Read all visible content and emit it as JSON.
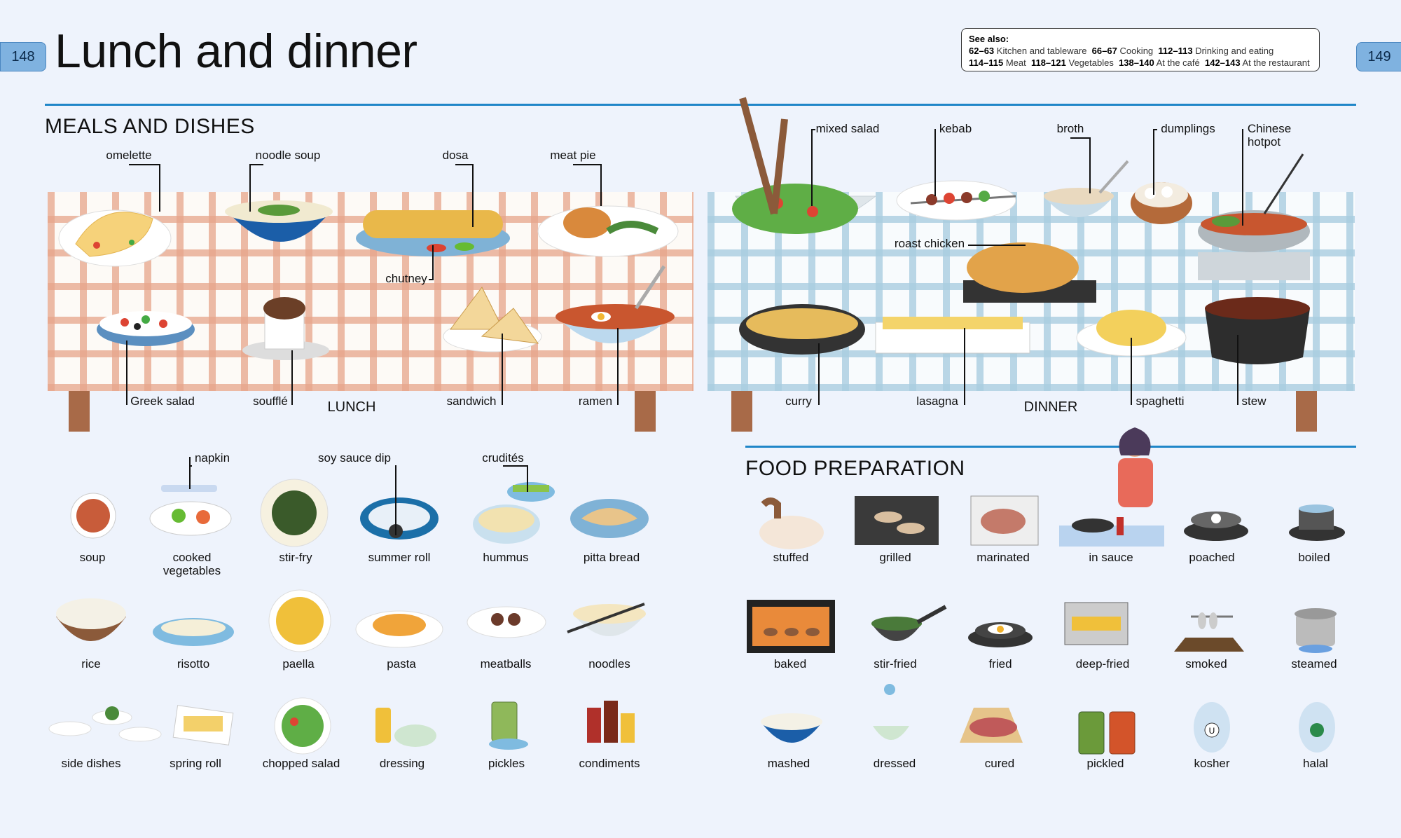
{
  "page": {
    "left_number": "148",
    "right_number": "149",
    "title": "Lunch and dinner"
  },
  "see_also": {
    "heading": "See also:",
    "line1": [
      {
        "pages": "62–63",
        "topic": "Kitchen and tableware"
      },
      {
        "pages": "66–67",
        "topic": "Cooking"
      },
      {
        "pages": "112–113",
        "topic": "Drinking and eating"
      }
    ],
    "line2": [
      {
        "pages": "114–115",
        "topic": "Meat"
      },
      {
        "pages": "118–121",
        "topic": "Vegetables"
      },
      {
        "pages": "138–140",
        "topic": "At the café"
      },
      {
        "pages": "142–143",
        "topic": "At the restaurant"
      }
    ]
  },
  "meals": {
    "heading": "MEALS AND DISHES",
    "lunch_label": "LUNCH",
    "dinner_label": "DINNER",
    "lunch_items": {
      "omelette": "omelette",
      "noodle_soup": "noodle soup",
      "dosa": "dosa",
      "meat_pie": "meat pie",
      "chutney": "chutney",
      "greek_salad": "Greek salad",
      "souffle": "soufflé",
      "sandwich": "sandwich",
      "ramen": "ramen"
    },
    "dinner_items": {
      "mixed_salad": "mixed salad",
      "kebab": "kebab",
      "broth": "broth",
      "dumplings": "dumplings",
      "chinese_hotpot": "Chinese\nhotpot",
      "roast_chicken": "roast chicken",
      "curry": "curry",
      "lasagna": "lasagna",
      "spaghetti": "spaghetti",
      "stew": "stew"
    }
  },
  "dishes_grid": {
    "callouts": {
      "napkin": "napkin",
      "soy_sauce_dip": "soy sauce dip",
      "crudites": "crudités"
    },
    "row1": [
      "soup",
      "cooked\nvegetables",
      "stir-fry",
      "summer roll",
      "hummus",
      "pitta bread"
    ],
    "row2": [
      "rice",
      "risotto",
      "paella",
      "pasta",
      "meatballs",
      "noodles"
    ],
    "row3": [
      "side dishes",
      "spring roll",
      "chopped salad",
      "dressing",
      "pickles",
      "condiments"
    ]
  },
  "food_preparation": {
    "heading": "FOOD PREPARATION",
    "row1": [
      "stuffed",
      "grilled",
      "marinated",
      "in sauce",
      "poached",
      "boiled"
    ],
    "row2": [
      "baked",
      "stir-fried",
      "fried",
      "deep-fried",
      "smoked",
      "steamed"
    ],
    "row3": [
      "mashed",
      "dressed",
      "cured",
      "pickled",
      "kosher",
      "halal"
    ]
  },
  "colors": {
    "accent_rule": "#1f86c8",
    "page_tab": "#7fb2e0",
    "lunch_check": "#e7a48a",
    "dinner_check": "#a9cde0",
    "table_leg": "#a86a48"
  }
}
